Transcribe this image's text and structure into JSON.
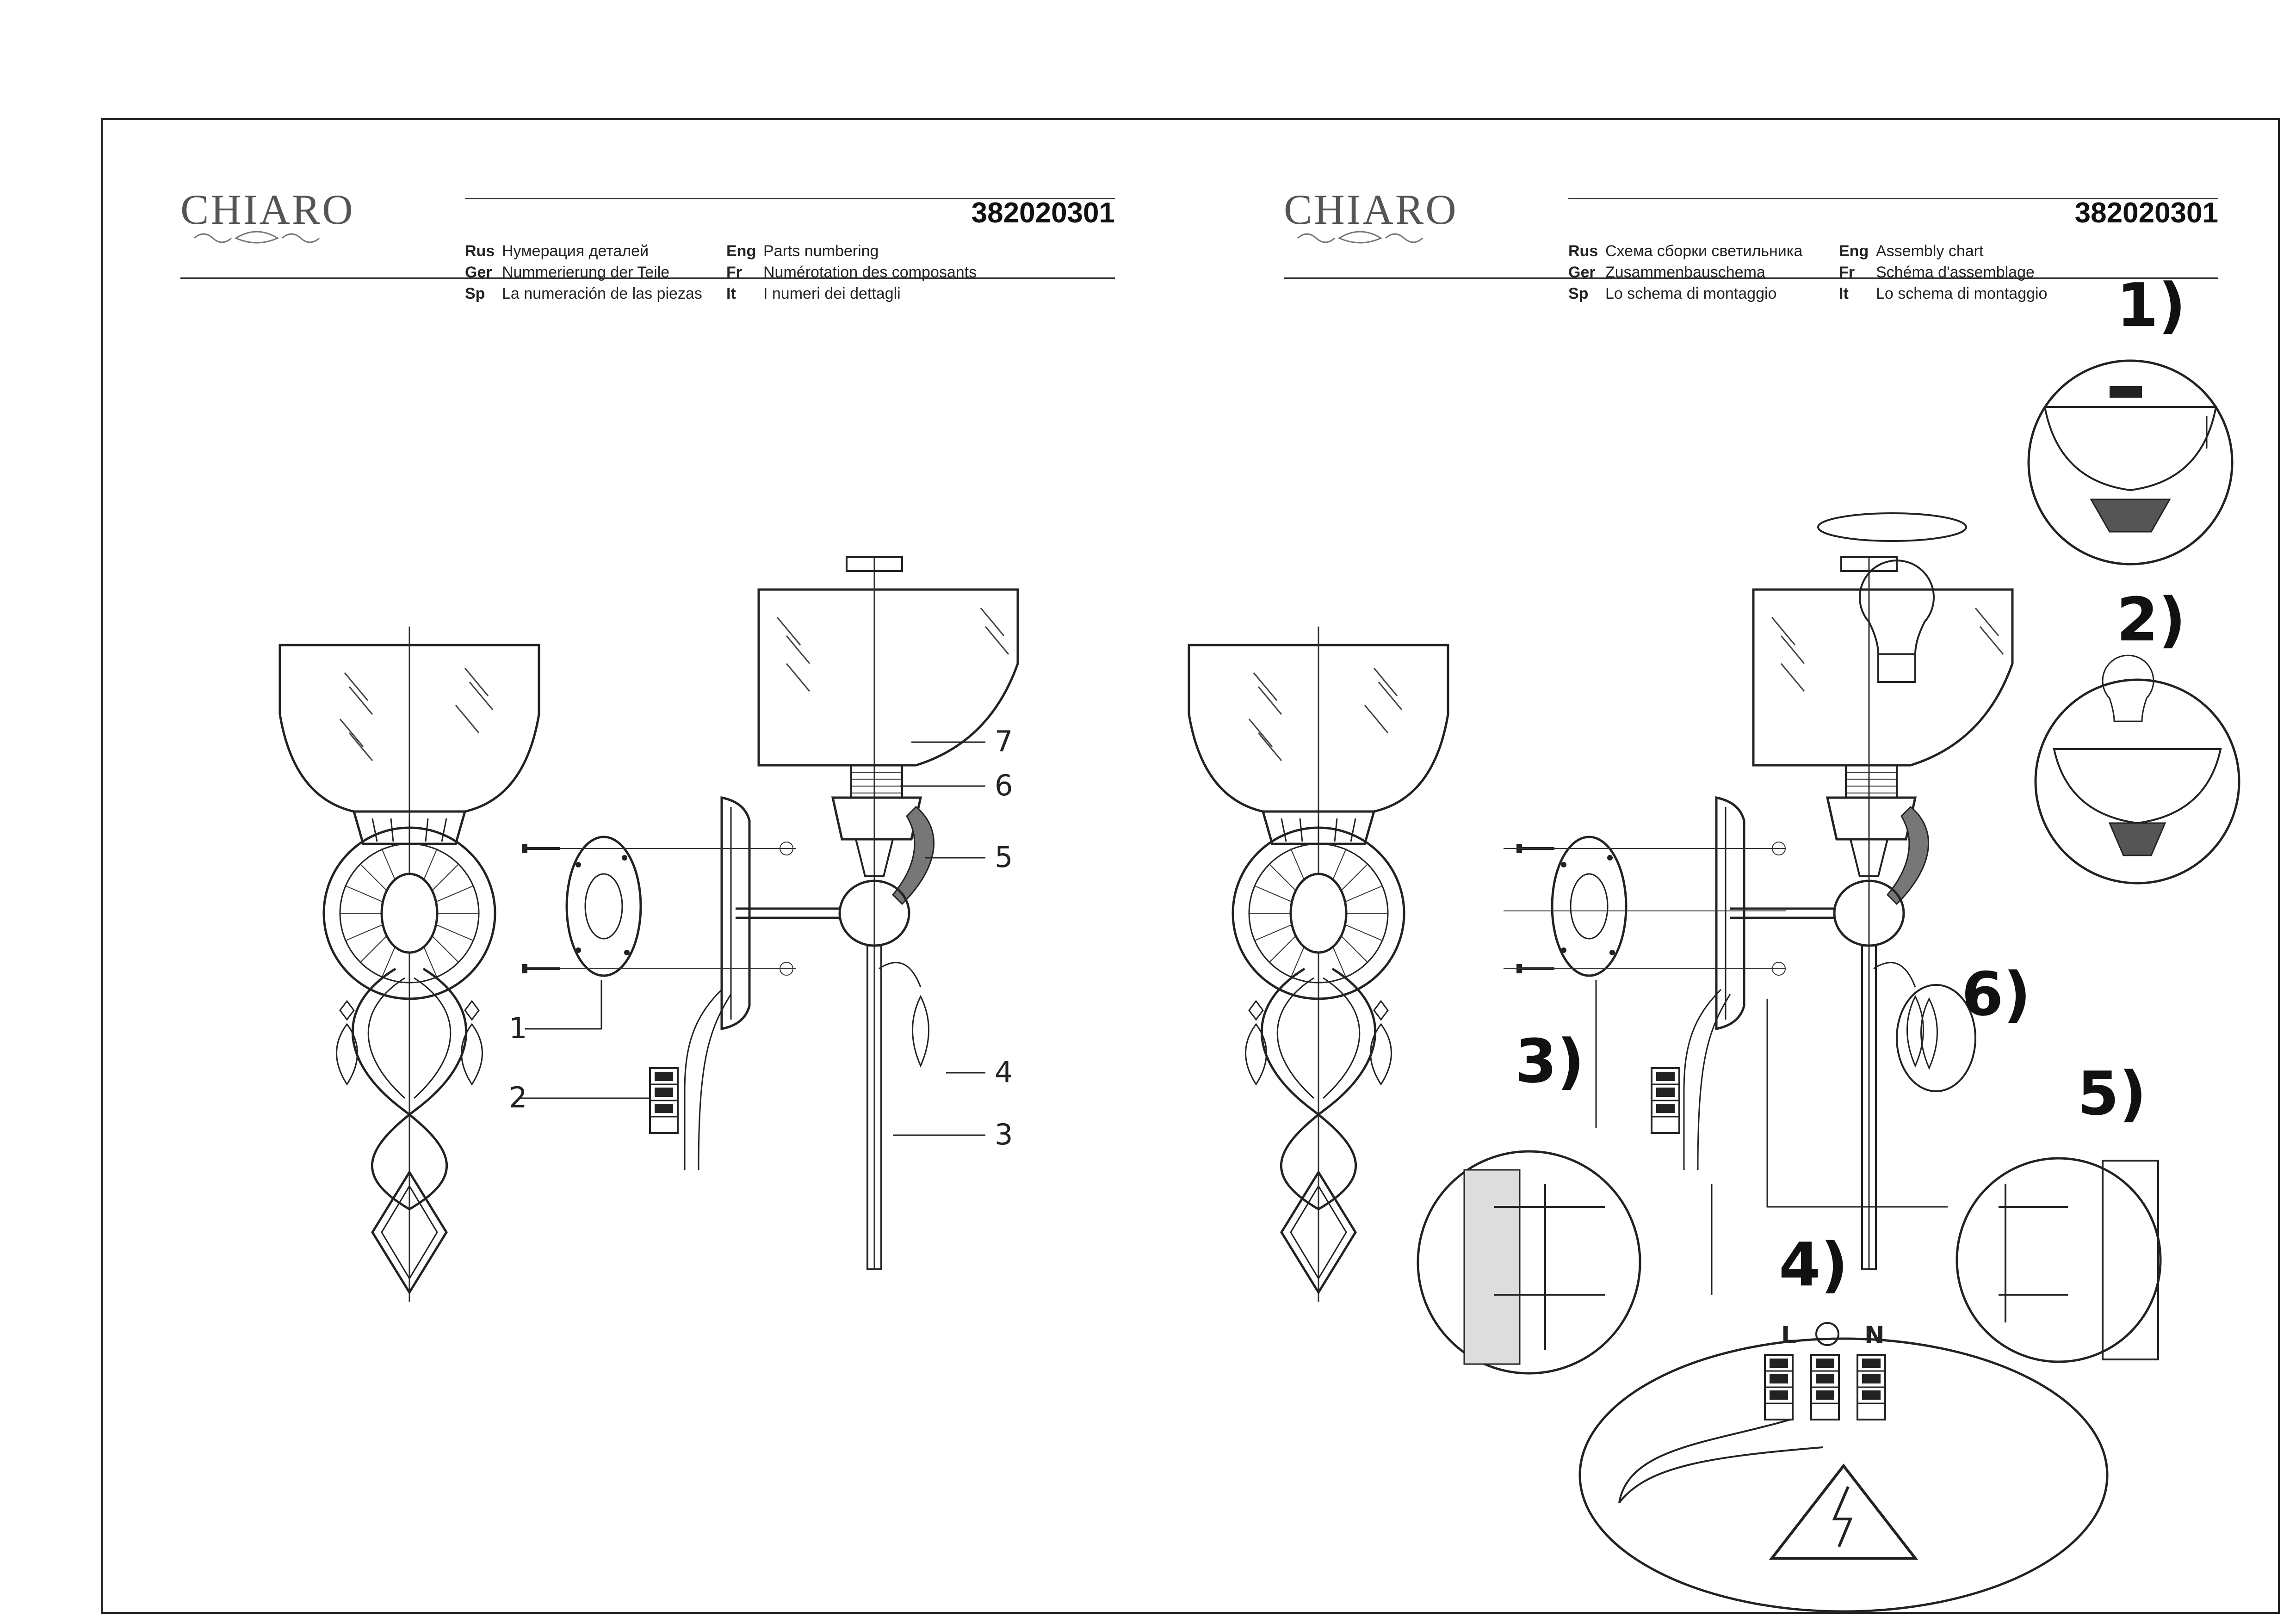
{
  "left_page": {
    "logo": "CHIARO",
    "code": "382020301",
    "languages": [
      {
        "lang": "Rus",
        "text": "Нумерация деталей"
      },
      {
        "lang": "Ger",
        "text": "Nummerierung der Teile"
      },
      {
        "lang": "Sp",
        "text": "La numeración de las piezas"
      },
      {
        "lang": "Eng",
        "text": "Parts numbering"
      },
      {
        "lang": "Fr",
        "text": "Numérotation des composants"
      },
      {
        "lang": "It",
        "text": "I numeri dei dettagli"
      }
    ],
    "part_labels": [
      "1",
      "2",
      "3",
      "4",
      "5",
      "6",
      "7"
    ]
  },
  "right_page": {
    "logo": "CHIARO",
    "code": "382020301",
    "languages": [
      {
        "lang": "Rus",
        "text": "Схема сборки светильника"
      },
      {
        "lang": "Ger",
        "text": "Zusammenbauschema"
      },
      {
        "lang": "Sp",
        "text": "Lo schema di montaggio"
      },
      {
        "lang": "Eng",
        "text": "Assembly chart"
      },
      {
        "lang": "Fr",
        "text": "Schéma d'assemblage"
      },
      {
        "lang": "It",
        "text": "Lo schema di montaggio"
      }
    ],
    "step_labels": [
      "1)",
      "2)",
      "3)",
      "4)",
      "5)",
      "6)"
    ],
    "terminal_labels": [
      "L",
      "N"
    ]
  }
}
